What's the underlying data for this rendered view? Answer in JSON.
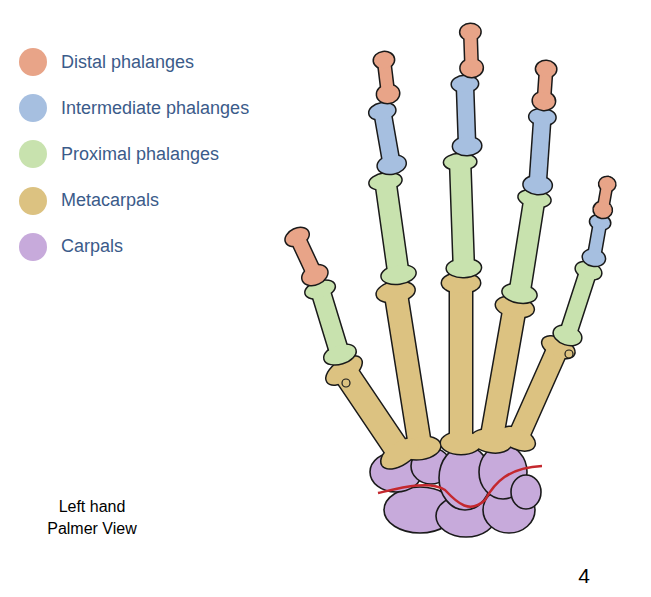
{
  "diagram": {
    "labels": [
      "Left hand Palmer View",
      "4"
    ],
    "legend": [
      {
        "text": "Distal phalanges",
        "color": "#e8a488"
      },
      {
        "text": "Intermediate phalanges",
        "color": "#a6bfe0"
      },
      {
        "text": "Proximal phalanges",
        "color": "#c8e2ae"
      },
      {
        "text": "Metacarpals",
        "color": "#dcc281"
      },
      {
        "text": "Carpals",
        "color": "#c7aadb"
      }
    ]
  }
}
